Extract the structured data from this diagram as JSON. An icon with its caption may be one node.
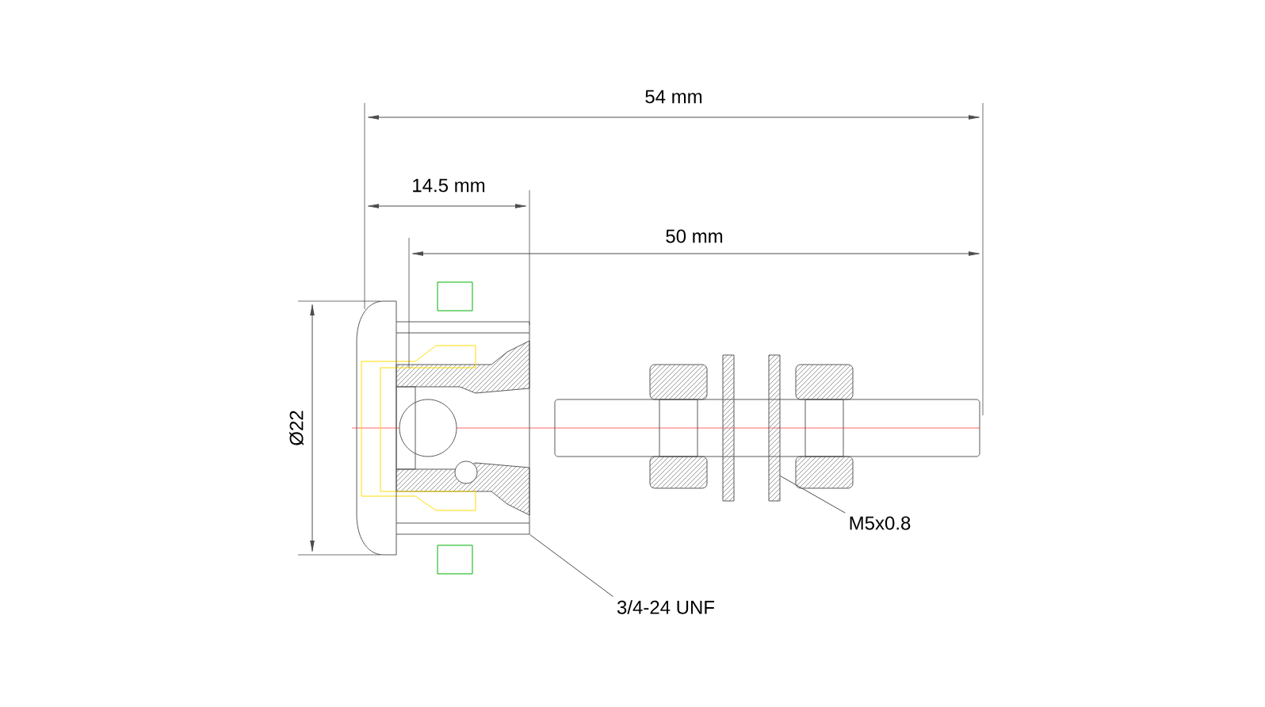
{
  "diagram": {
    "nodes": [
      {
        "text": [
          "M5x0.8"
        ]
      },
      {
        "text": [
          "3/4-24 UNF"
        ]
      },
      {
        "text": [],
        "shape": "bar"
      },
      {
        "text": [],
        "shape": "box"
      }
    ],
    "edges": [
      {
        "from": 0,
        "to": 2,
        "arrow": "none"
      },
      {
        "from": 1,
        "to": 3,
        "arrow": "none"
      }
    ],
    "labels": [
      "54 mm",
      "14.5 mm",
      "50 mm",
      "Ø22"
    ]
  }
}
